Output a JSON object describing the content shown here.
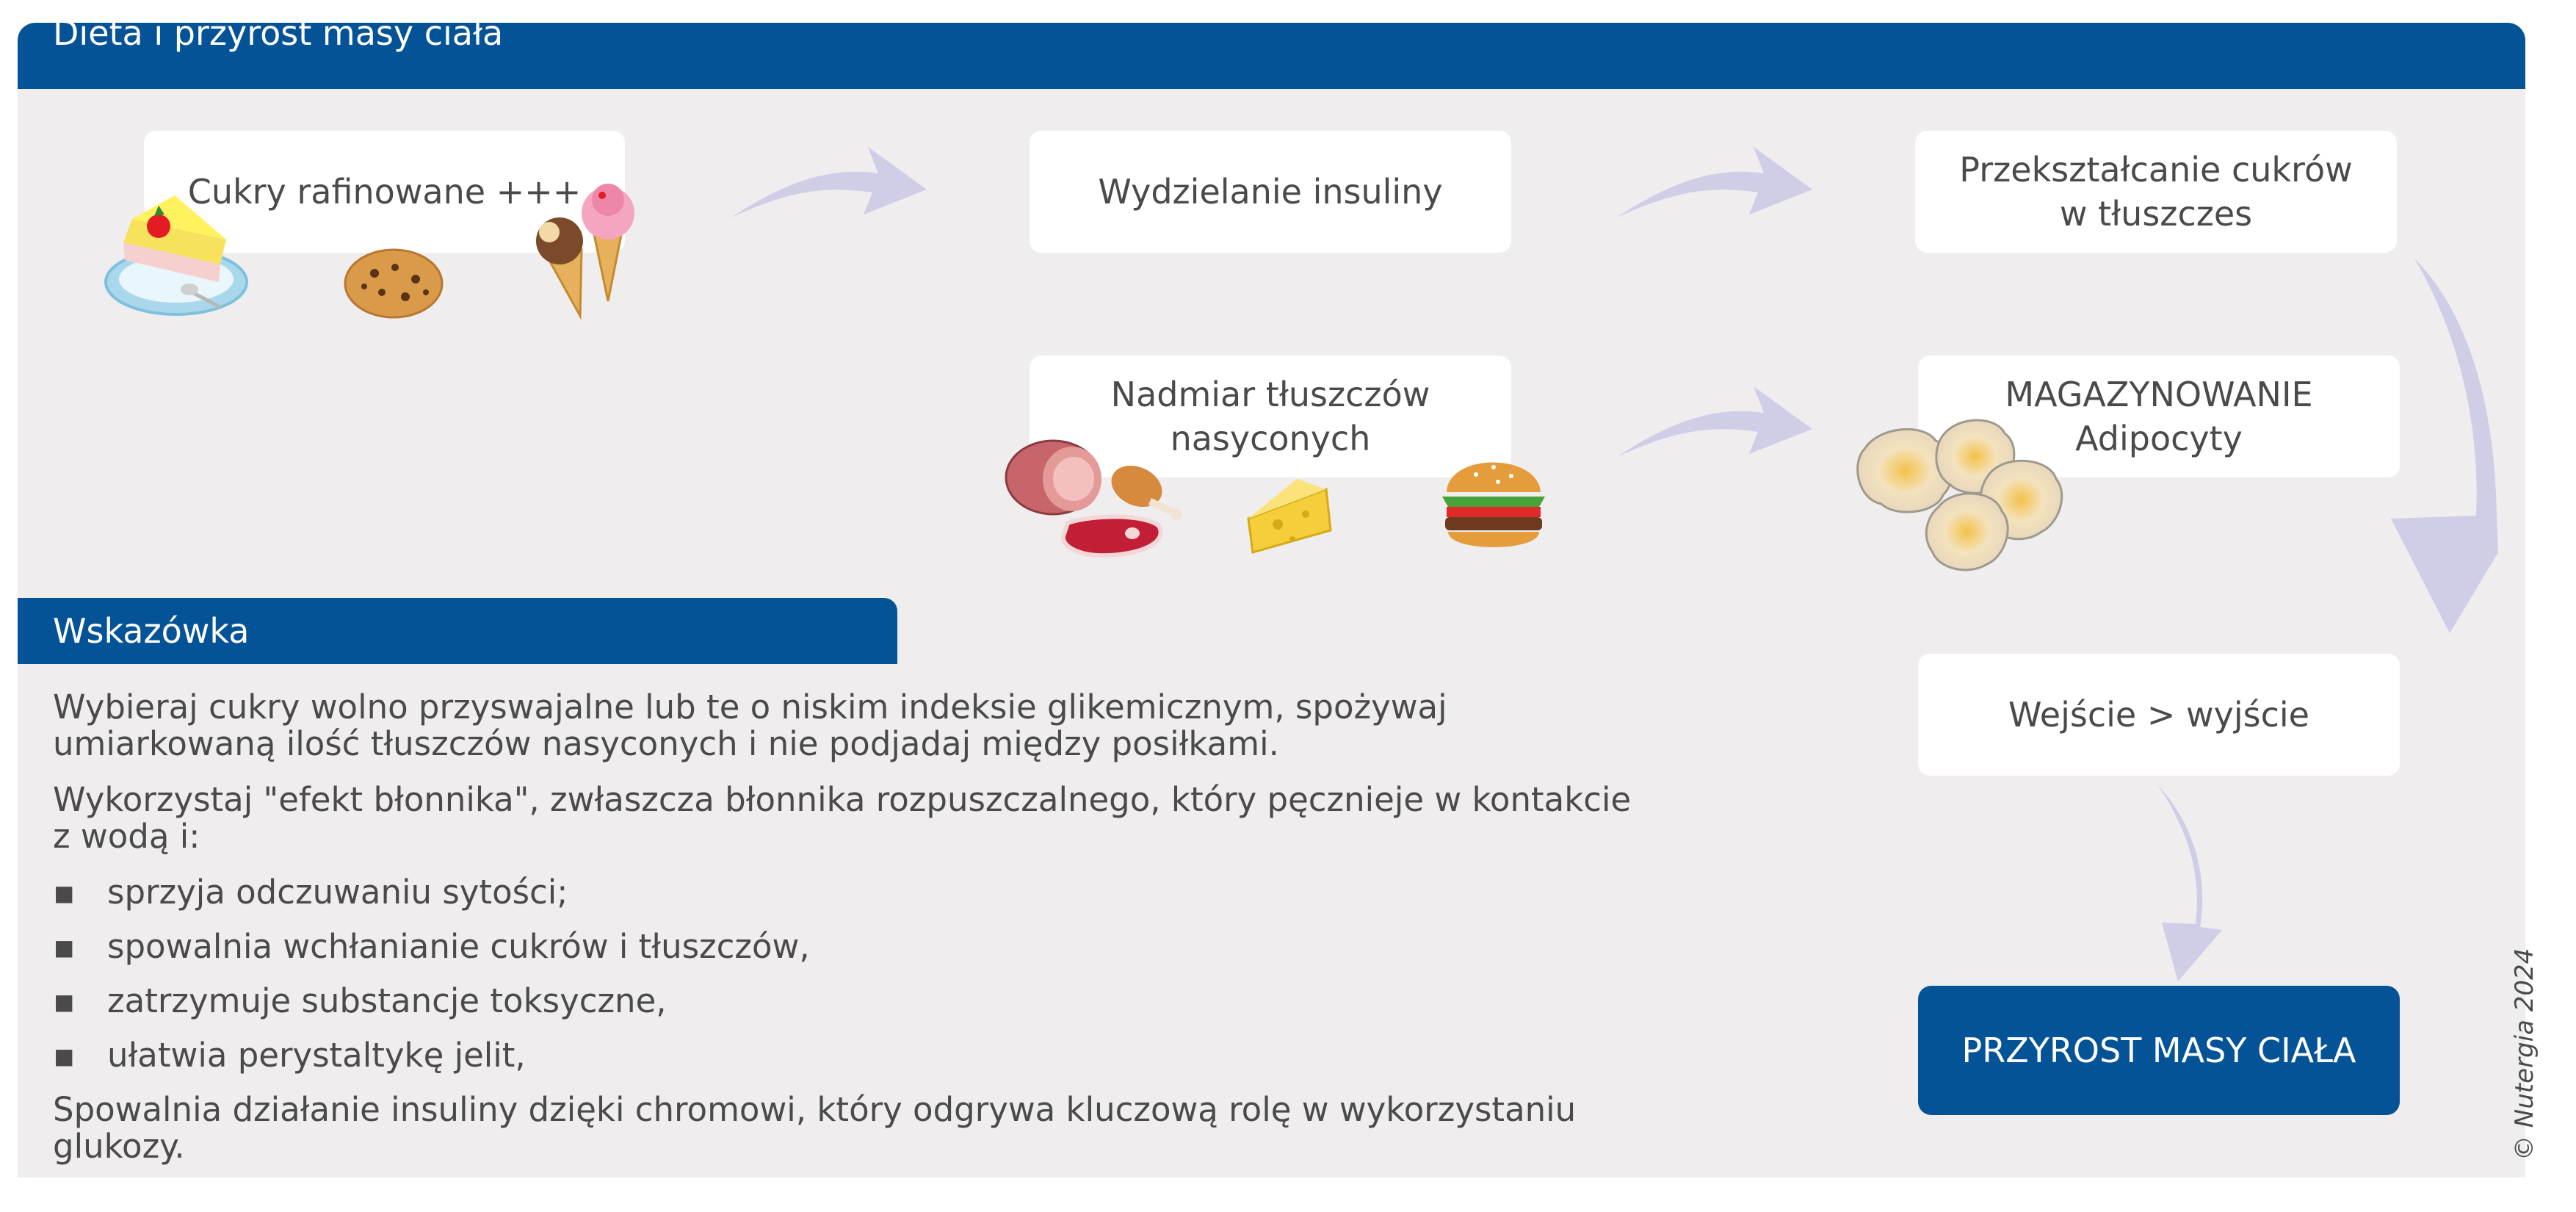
{
  "header": {
    "title": "Dieta i przyrost masy ciała"
  },
  "flow": {
    "sugars": "Cukry rafinowane +++",
    "insulin": "Wydzielanie insuliny",
    "conversion_line1": "Przekształcanie cukrów",
    "conversion_line2": "w tłuszczes",
    "fats_line1": "Nadmiar tłuszczów",
    "fats_line2": "nasyconych",
    "storage_line1": "MAGAZYNOWANIE",
    "storage_line2": "Adipocyty",
    "balance": "Wejście > wyjście",
    "result": "PRZYROST MASY CIAŁA"
  },
  "tip": {
    "title": "Wskazówka",
    "paragraph1": "Wybieraj cukry wolno przyswajalne lub te o niskim indeksie glikemicznym, spożywaj umiarkowaną ilość tłuszczów nasyconych i nie podjadaj między posiłkami.",
    "paragraph2": "Wykorzystaj \"efekt błonnika\", zwłaszcza błonnika rozpuszczalnego, który pęcznieje w kontakcie z wodą i:",
    "bullet_symbol": "▪",
    "bullets": [
      "sprzyja odczuwaniu sytości;",
      "spowalnia wchłanianie cukrów i tłuszczów,",
      "zatrzymuje substancje toksyczne,",
      "ułatwia perystaltykę jelit,"
    ],
    "paragraph3": "Spowalnia działanie insuliny dzięki chromowi, który odgrywa kluczową rolę w wykorzystaniu glukozy."
  },
  "copyright": "© Nutergia 2024",
  "icons": [
    "cake-icon",
    "cookie-icon",
    "ice-cream-icon",
    "ham-icon",
    "chicken-leg-icon",
    "steak-icon",
    "cheese-icon",
    "burger-icon",
    "adipocyte-cells-icon",
    "arrow-icon"
  ],
  "colors": {
    "brand_blue": "#055397",
    "panel_bg": "#efedee",
    "arrow": "#cfcee6",
    "text": "#4a4a4a"
  }
}
